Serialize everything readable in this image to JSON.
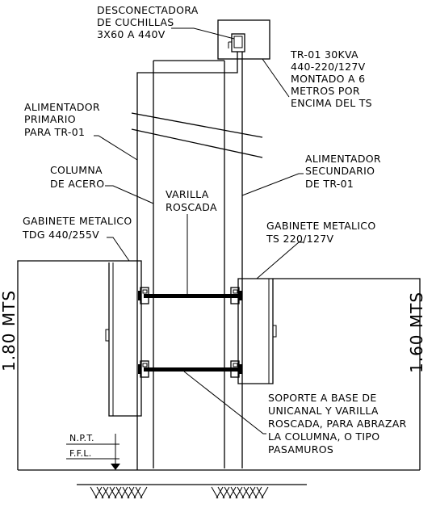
{
  "labels": {
    "disconnector": [
      "DESCONECTADORA",
      "DE CUCHILLAS",
      "3X60 A 440V"
    ],
    "transformer": [
      "TR-01 30KVA",
      "440-220/127V",
      "MONTADO A 6",
      "METROS POR",
      "ENCIMA DEL TS"
    ],
    "primary_feeder": [
      "ALIMENTADOR",
      "PRIMARIO",
      "PARA TR-01"
    ],
    "secondary_feeder": [
      "ALIMENTADOR",
      "SECUNDARIO",
      "DE TR-01"
    ],
    "steel_column": [
      "COLUMNA",
      "DE ACERO"
    ],
    "threaded_rod": [
      "VARILLA",
      "ROSCADA"
    ],
    "cabinet_tdg": [
      "GABINETE METALICO",
      "TDG 440/255V"
    ],
    "cabinet_ts": [
      "GABINETE METALICO",
      "TS 220/127V"
    ],
    "support": [
      "SOPORTE A BASE DE",
      "UNICANAL Y VARILLA",
      "ROSCADA, PARA ABRAZAR",
      "LA COLUMNA, O TIPO",
      "PASAMUROS"
    ],
    "npt": "N.P.T.",
    "ffl": "F.F.L."
  },
  "dimensions": {
    "left_height": "1.80 MTS",
    "right_height": "1.60 MTS"
  }
}
